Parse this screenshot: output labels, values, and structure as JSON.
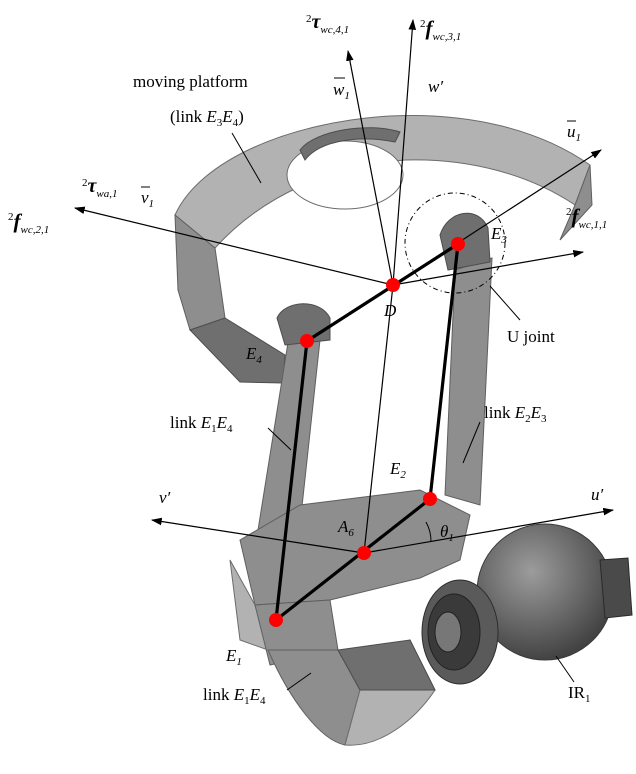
{
  "labels": {
    "moving_platform": "moving platform",
    "link_e3e4_open": "(link ",
    "link_e3e4_close": ")",
    "link_word": "link ",
    "u_joint": "U joint",
    "ir1_base": "IR",
    "ir1_sub": "1"
  },
  "axes": {
    "u_bar": "u",
    "u_bar_sub": "1",
    "v_bar": "v",
    "v_bar_sub": "1",
    "w_bar": "w",
    "w_bar_sub": "1",
    "w_prime": "w′",
    "u_prime": "u′",
    "v_prime": "v′",
    "theta": "θ",
    "theta_sub": "1"
  },
  "wrenches": {
    "tau_wc41": {
      "sup": "2",
      "base": "τ",
      "sub": "wc,4,1"
    },
    "f_wc31": {
      "sup": "2",
      "base": "f",
      "sub": "wc,3,1"
    },
    "tau_wa1": {
      "sup": "2",
      "base": "τ",
      "sub": "wa,1"
    },
    "f_wc21": {
      "sup": "2",
      "base": "f",
      "sub": "wc,2,1"
    },
    "f_wc11": {
      "sup": "2",
      "base": "f",
      "sub": "wc,1,1"
    }
  },
  "points": {
    "D": "D",
    "A6": "A",
    "A6_sub": "6",
    "E1": "E",
    "E1_sub": "1",
    "E2": "E",
    "E2_sub": "2",
    "E3": "E",
    "E3_sub": "3",
    "E4": "E",
    "E4_sub": "4"
  },
  "links": {
    "e1e4_upper": {
      "a": "E",
      "a_sub": "1",
      "b": "E",
      "b_sub": "4"
    },
    "e2e3": {
      "a": "E",
      "a_sub": "2",
      "b": "E",
      "b_sub": "3"
    },
    "e1e4_lower": {
      "a": "E",
      "a_sub": "1",
      "b": "E",
      "b_sub": "4"
    },
    "e3e4": {
      "a": "E",
      "a_sub": "3",
      "b": "E",
      "b_sub": "4"
    }
  },
  "colors": {
    "joint_point": "#ff0000",
    "metal": "#8e8e8e",
    "line": "#000000"
  }
}
